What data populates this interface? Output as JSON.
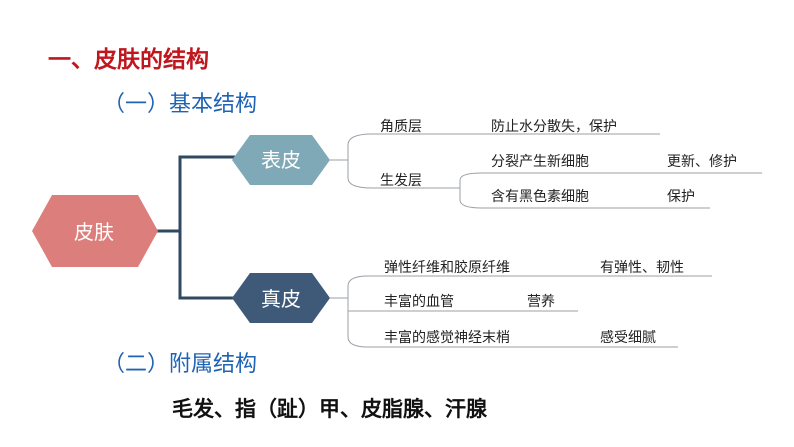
{
  "title": "一、皮肤的结构",
  "section1": "（一）基本结构",
  "section2": "（二）附属结构",
  "appendages": "毛发、指（趾）甲、皮脂腺、汗腺",
  "colors": {
    "title": "#c0161d",
    "section": "#1f63b5",
    "root": "#dc7e7b",
    "epidermis": "#7fa9b7",
    "dermis": "#3f5a78"
  },
  "diagram": {
    "root": "皮肤",
    "epidermis": {
      "label": "表皮",
      "layers": [
        {
          "name": "角质层",
          "feature": "防止水分散失，保护"
        },
        {
          "name": "生发层",
          "items": [
            {
              "feature": "分裂产生新细胞",
              "function": "更新、修护"
            },
            {
              "feature": "含有黑色素细胞",
              "function": "保护"
            }
          ]
        }
      ]
    },
    "dermis": {
      "label": "真皮",
      "items": [
        {
          "feature": "弹性纤维和胶原纤维",
          "function": "有弹性、韧性"
        },
        {
          "feature": "丰富的血管",
          "function": "营养"
        },
        {
          "feature": "丰富的感觉神经末梢",
          "function": "感受细腻"
        }
      ]
    }
  }
}
